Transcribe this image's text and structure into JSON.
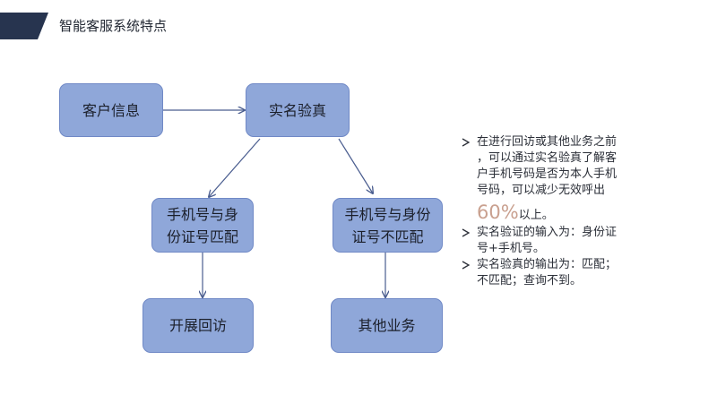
{
  "header": {
    "title": "智能客服系统特点"
  },
  "diagram": {
    "nodes": {
      "customer_info": "客户信息",
      "real_name_verify": "实名验真",
      "match": "手机号与身\n份证号匹配",
      "no_match": "手机号与身份\n证号不匹配",
      "follow_up": "开展回访",
      "other_business": "其他业务"
    }
  },
  "notes": {
    "bullet1_text": "在进行回访或其他业务之前\n，可以通过实名验真了解客\n户手机号码是否为本人手机\n号码，可以减少无效呼出",
    "bullet1_highlight": "60%",
    "bullet1_tail": "以上。",
    "bullet2_text": "实名验证的输入为：身份证\n号+手机号。",
    "bullet3_text": "实名验真的输出为：匹配；\n不匹配；查询不到。"
  },
  "colors": {
    "header_band": "#27344f",
    "node_fill": "#8fa7d9",
    "node_border": "#7089c6",
    "arrow": "#4a5d8f",
    "highlight": "#c9a08f"
  }
}
